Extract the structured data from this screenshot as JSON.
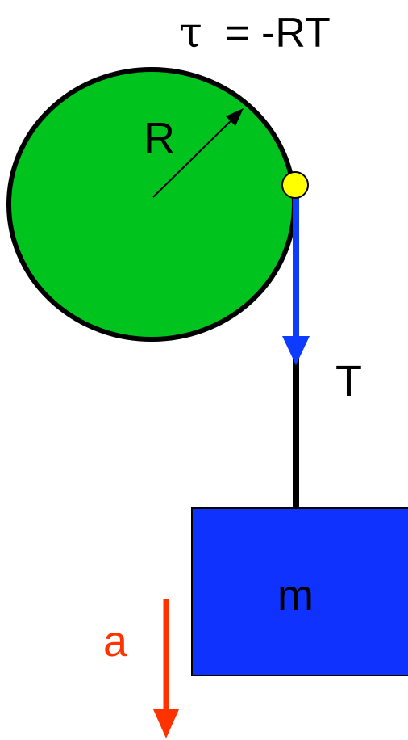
{
  "equation": {
    "symbol": "τ",
    "rhs": "=  -RT"
  },
  "labels": {
    "radius": "R",
    "tension": "T",
    "mass": "m",
    "acceleration": "a"
  },
  "colors": {
    "disk": "#00c31e",
    "disk_outline": "#000000",
    "contact_point": "#ffff00",
    "tension_arrow": "#0d3bff",
    "rope": "#000000",
    "block": "#0f32ff",
    "acceleration_arrow": "#ff3300",
    "text": "#000000"
  }
}
